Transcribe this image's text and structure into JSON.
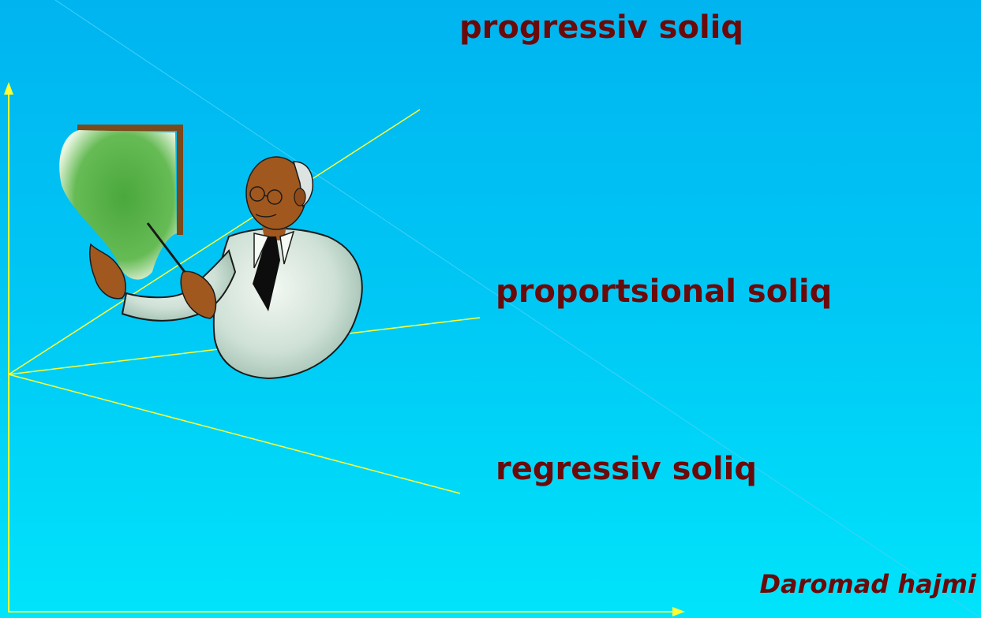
{
  "slide": {
    "background": [
      "#00b4f0",
      "#00e4fb"
    ],
    "line_color": "#ffff33",
    "text_color": "#6b0a0a"
  },
  "labels": {
    "progressiv": "progressiv soliq",
    "proportsional": "proportsional soliq",
    "regressiv": "regressiv soliq",
    "x_axis": "Daromad hajmi"
  },
  "clipart": {
    "icon": "teacher-pointing-at-board-icon"
  }
}
